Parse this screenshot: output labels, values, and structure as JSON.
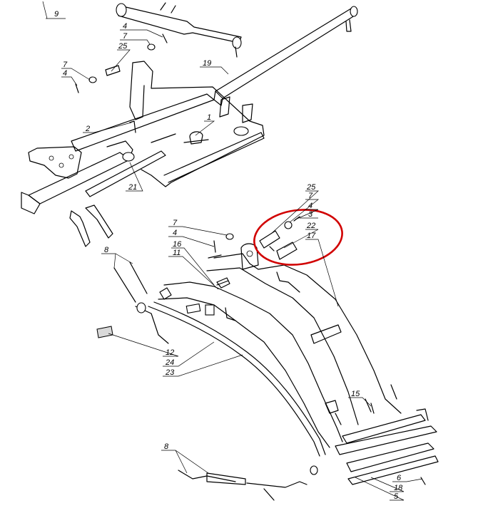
{
  "labels": {
    "l9": "9",
    "l4a": "4",
    "l7a": "7",
    "l25a": "25",
    "l19": "19",
    "l7b": "7",
    "l4b": "4",
    "l2": "2",
    "l1": "1",
    "l21": "21",
    "l25b": "25",
    "l7c": "7",
    "l4c": "4",
    "l3": "3",
    "l22": "22",
    "l17": "17",
    "l7d": "7",
    "l4d": "4",
    "l16": "16",
    "l11": "11",
    "l8a": "8",
    "l12": "12",
    "l24": "24",
    "l23": "23",
    "l15": "15",
    "l8b": "8",
    "l6": "6",
    "l18": "18",
    "l5": "5"
  },
  "colors": {
    "line": "#000000",
    "highlight": "#d10000",
    "background": "#ffffff",
    "shade": "#d9d9d9"
  }
}
